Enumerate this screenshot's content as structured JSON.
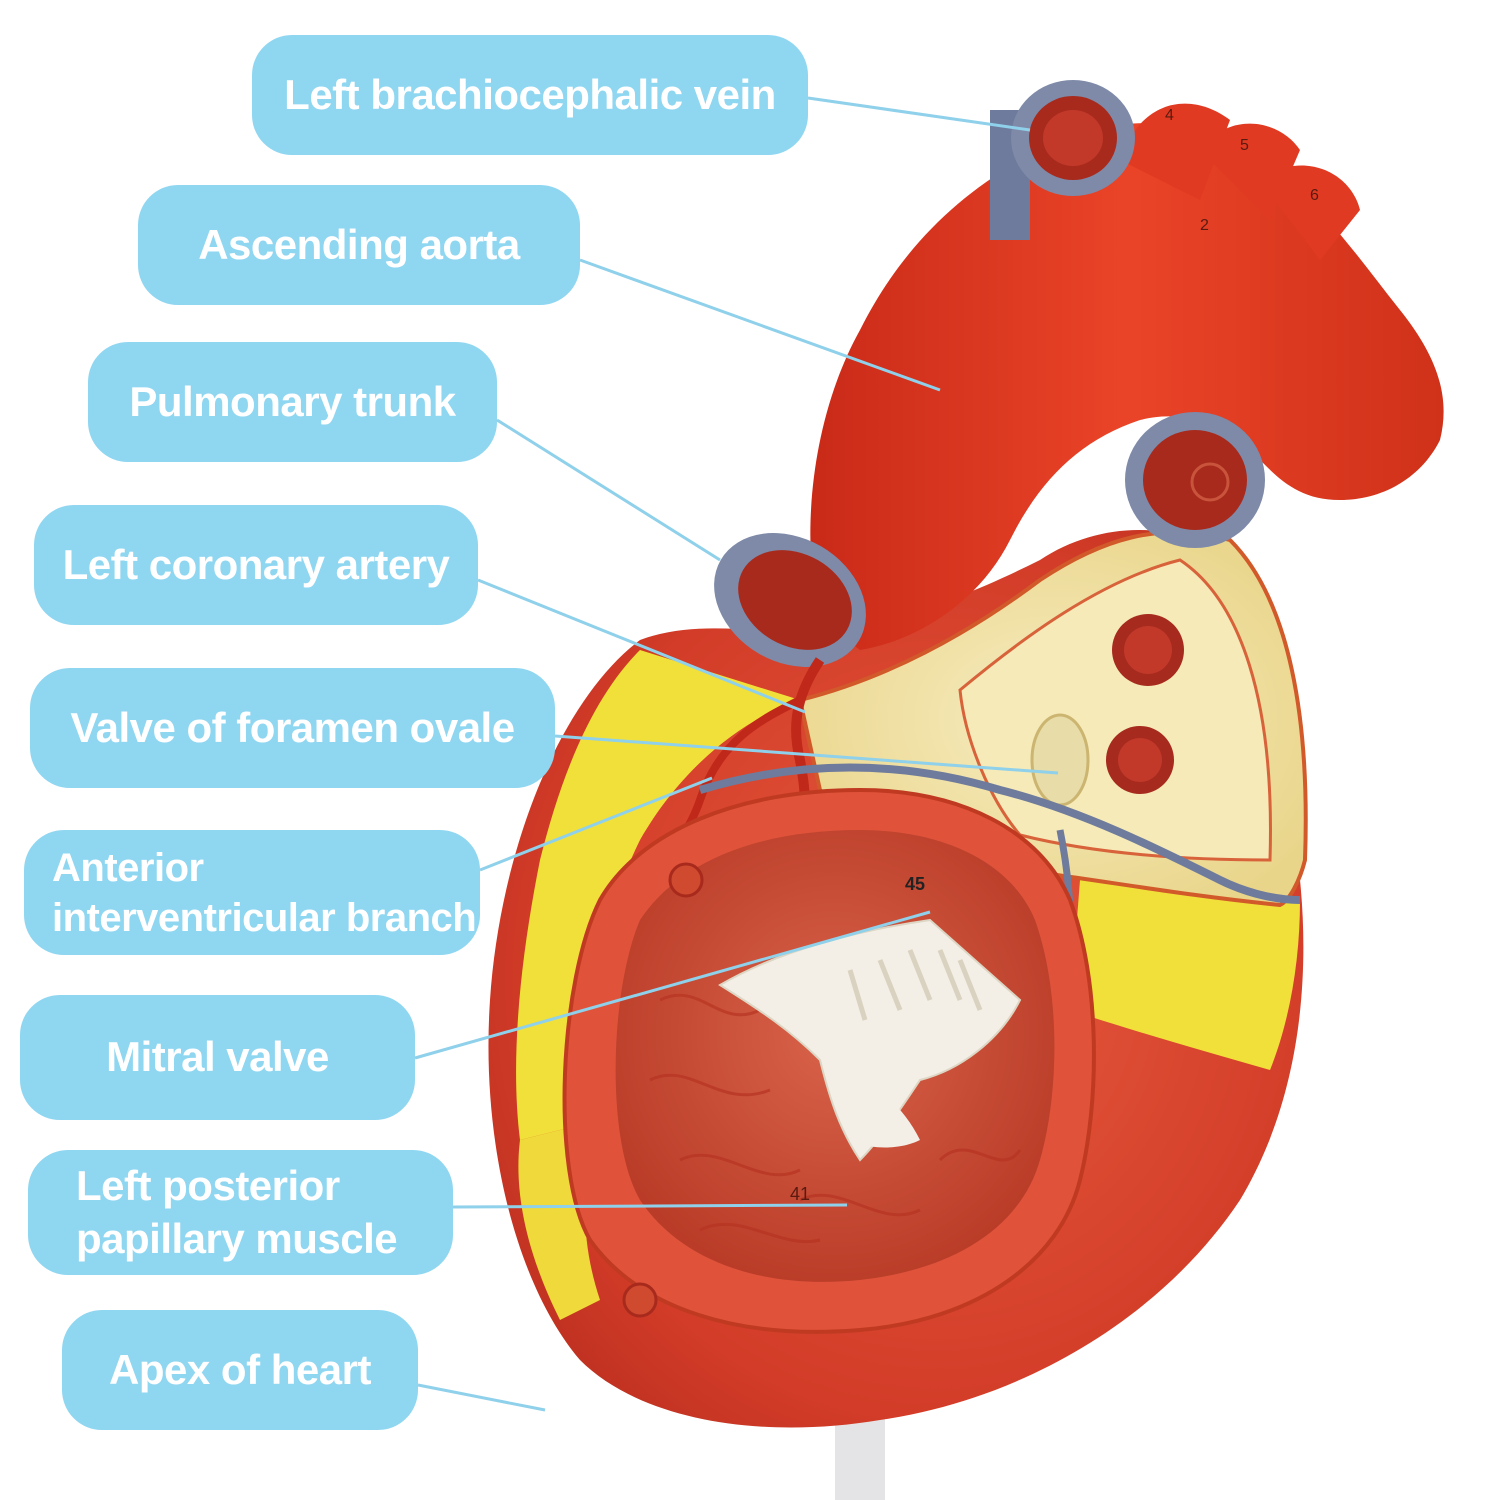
{
  "labels": {
    "left_brachiocephalic_vein": "Left brachiocephalic vein",
    "ascending_aorta": "Ascending aorta",
    "pulmonary_trunk": "Pulmonary trunk",
    "left_coronary_artery": "Left coronary artery",
    "valve_of_foramen_ovale": "Valve of foramen ovale",
    "anterior_interventricular_branch_line1": "Anterior",
    "anterior_interventricular_branch_line2": "interventricular branch",
    "mitral_valve": "Mitral valve",
    "left_posterior_papillary_muscle_line1": "Left posterior",
    "left_posterior_papillary_muscle_line2": "papillary muscle",
    "apex_of_heart": "Apex of heart"
  },
  "model_markings": [
    "4",
    "5",
    "6",
    "2",
    "45",
    "41"
  ],
  "colors": {
    "label_bg": "#8fd6f1",
    "label_text": "#ffffff",
    "leader_line": "#8fd0ea",
    "muscle_red": "#d8402c",
    "aorta_red": "#e23a22",
    "fat_yellow": "#f2e03a",
    "atrium_cream": "#f4e6a8",
    "vein_blue": "#7e8aa8",
    "valve_white": "#f3efe6"
  }
}
